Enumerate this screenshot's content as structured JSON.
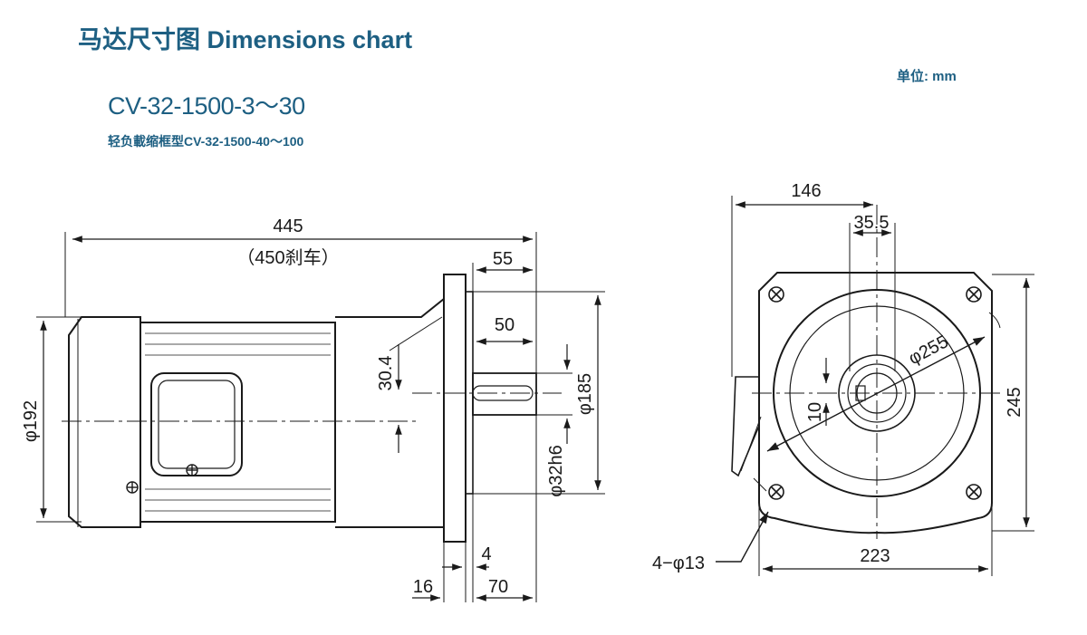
{
  "header": {
    "title": "马达尺寸图 Dimensions chart",
    "unit": "单位: mm",
    "model": "CV-32-1500-3～30",
    "submodel": "轻负載缩框型CV-32-1500-40～100"
  },
  "side_view": {
    "overall_length": "445",
    "overall_length_brake": "（450刹车）",
    "shaft_to_flange": "55",
    "shaft_length": "50",
    "flange_diameter": "φ185",
    "motor_diameter": "φ192",
    "shaft_diameter": "φ32h6",
    "center_offset": "30.4",
    "flange_step": "4",
    "flange_thickness": "16",
    "flange_width": "70"
  },
  "end_view": {
    "width_left_to_center": "146",
    "key_width": "35.5",
    "bolt_circle": "φ255",
    "height": "245",
    "width": "223",
    "key_depth": "10",
    "mounting_holes": "4−φ13"
  },
  "colors": {
    "heading": "#1d5f82",
    "line": "#1a1a1a"
  }
}
